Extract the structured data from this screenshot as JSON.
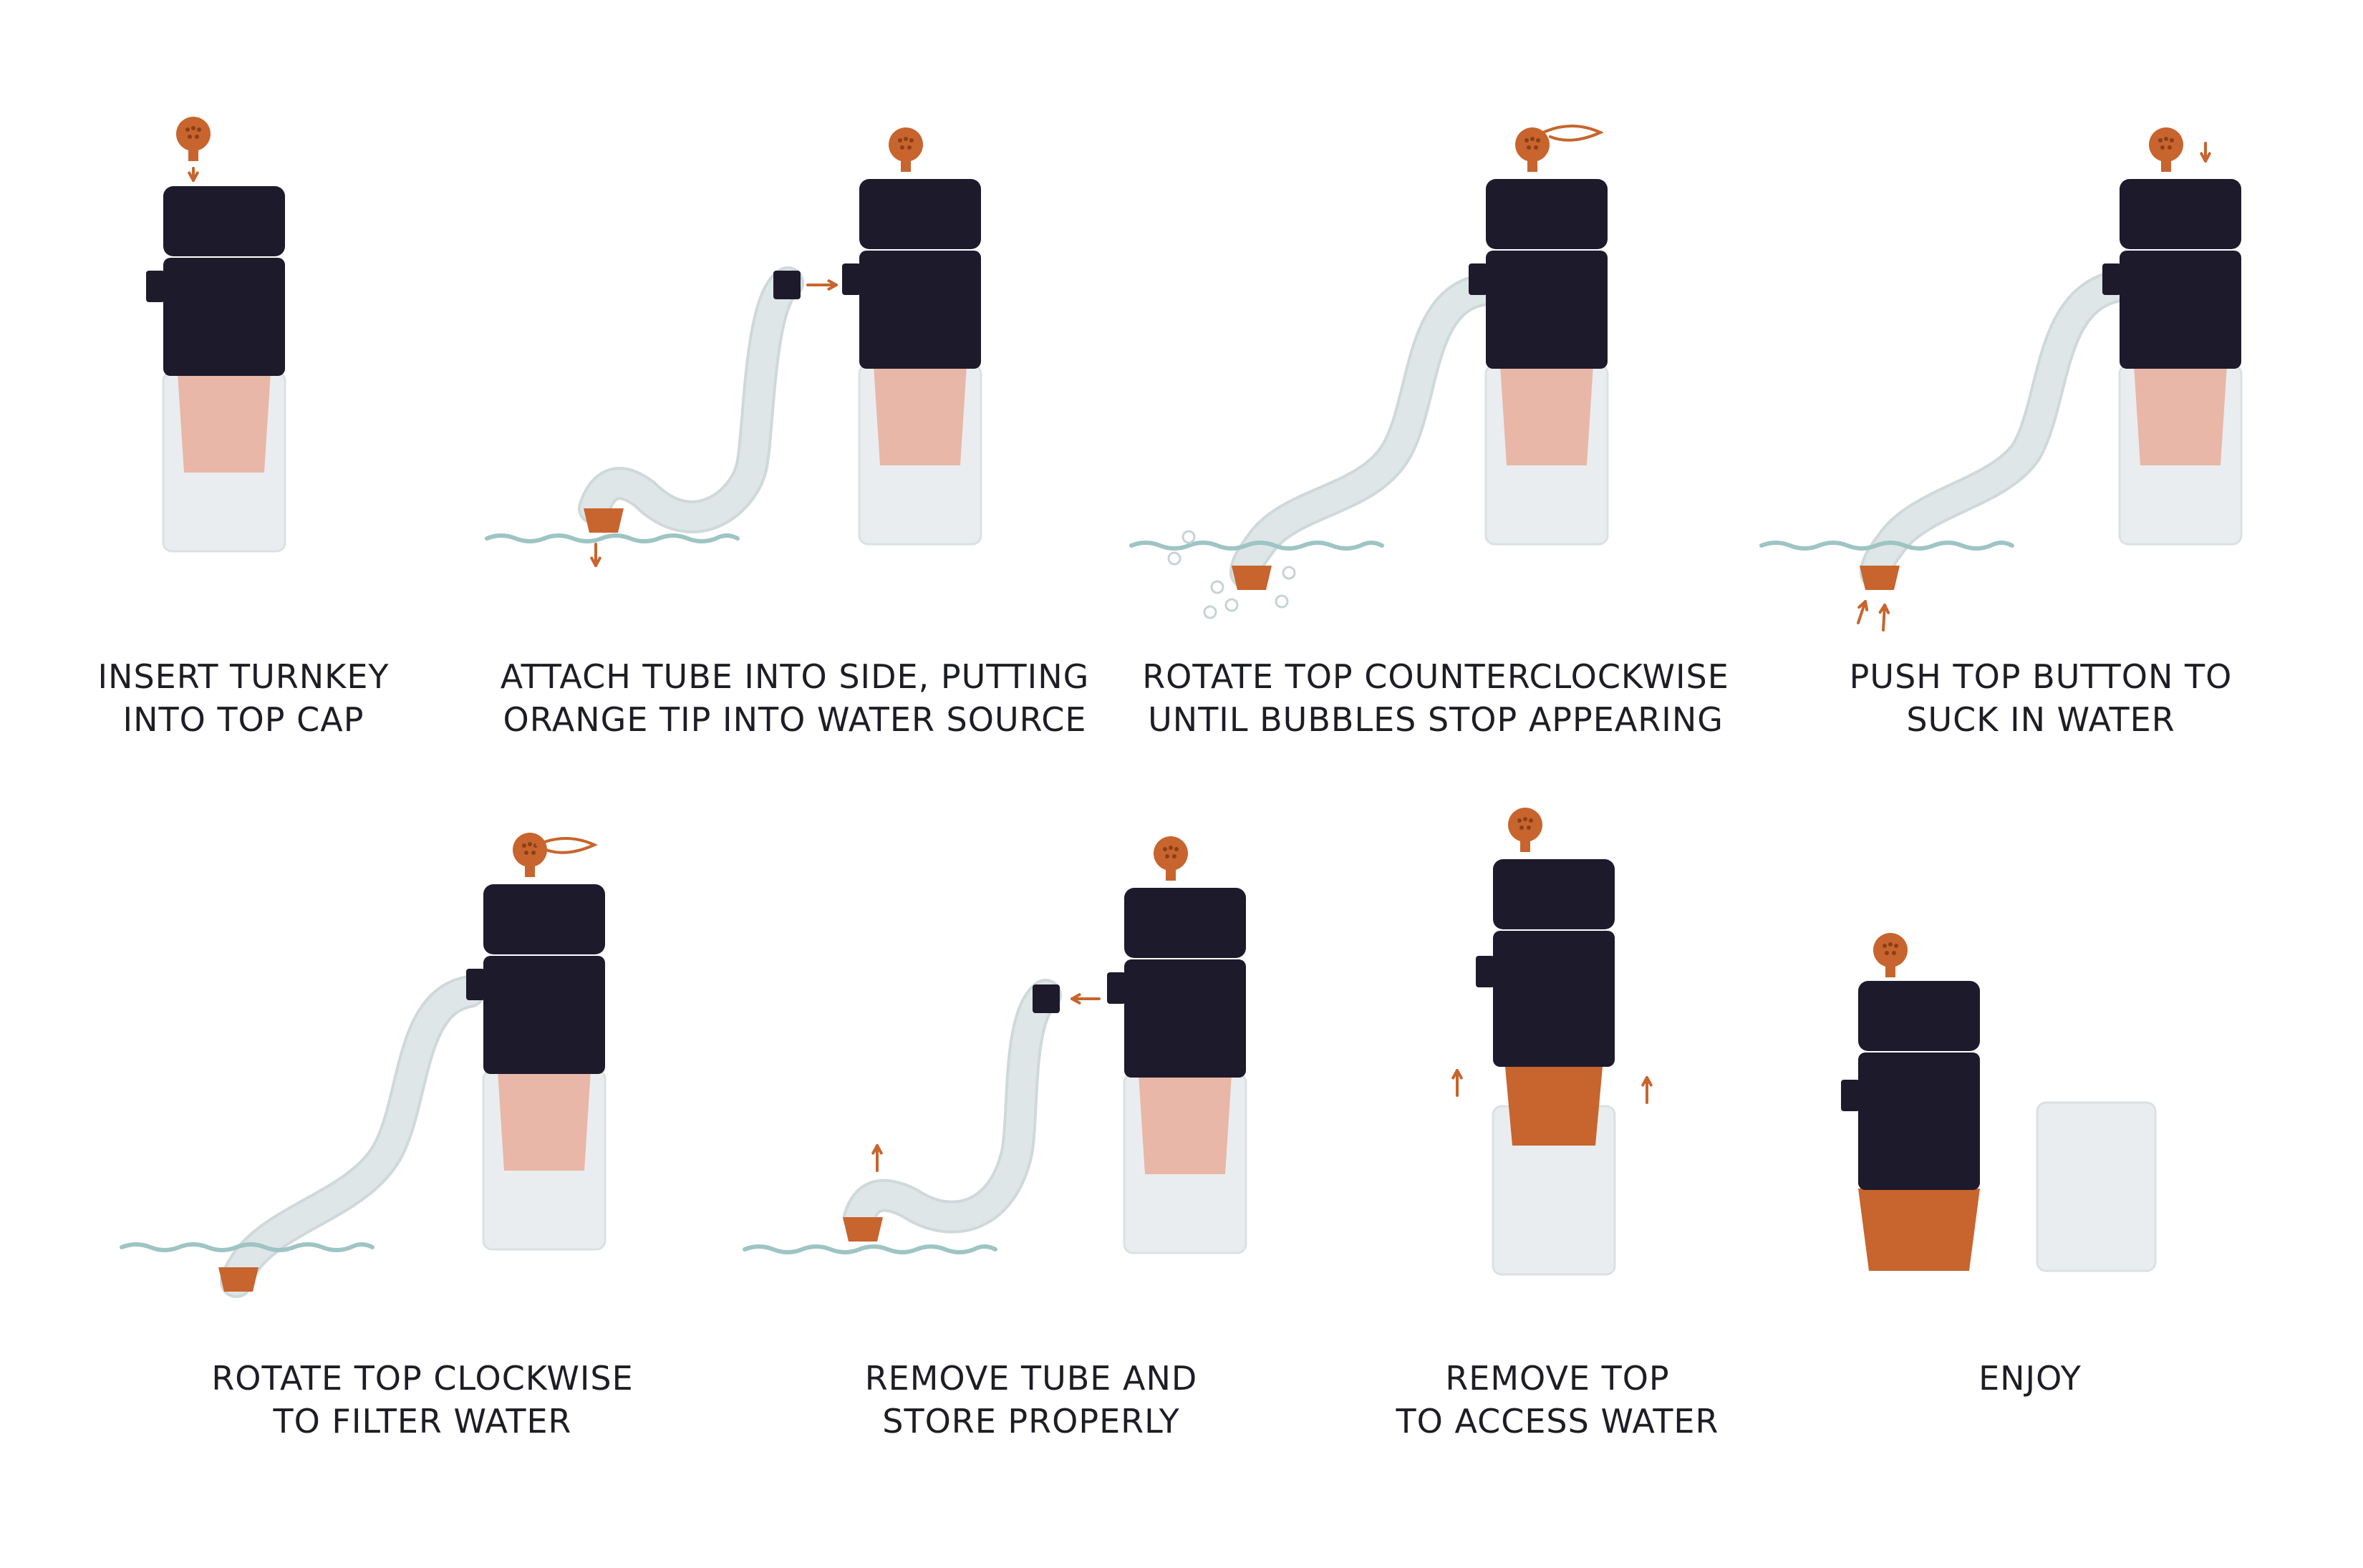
{
  "colors": {
    "body": "#1d1a2c",
    "filter": "#e8b7a7",
    "orange": "#c8642d",
    "container": "#e9edef",
    "tube": "#dfe6e8",
    "water": "#9ec4c4"
  },
  "steps": [
    {
      "line1": "INSERT TURNKEY",
      "line2": "INTO TOP CAP"
    },
    {
      "line1": "ATTACH TUBE INTO SIDE, PUTTING",
      "line2": "ORANGE TIP INTO WATER SOURCE"
    },
    {
      "line1": "ROTATE TOP COUNTERCLOCKWISE",
      "line2": "UNTIL BUBBLES STOP APPEARING"
    },
    {
      "line1": "PUSH TOP BUTTON TO",
      "line2": "SUCK IN WATER"
    },
    {
      "line1": "ROTATE TOP CLOCKWISE",
      "line2": "TO FILTER WATER"
    },
    {
      "line1": "REMOVE TUBE AND",
      "line2": "STORE PROPERLY"
    },
    {
      "line1": "REMOVE TOP",
      "line2": "TO ACCESS WATER"
    },
    {
      "line1": "ENJOY",
      "line2": ""
    }
  ]
}
